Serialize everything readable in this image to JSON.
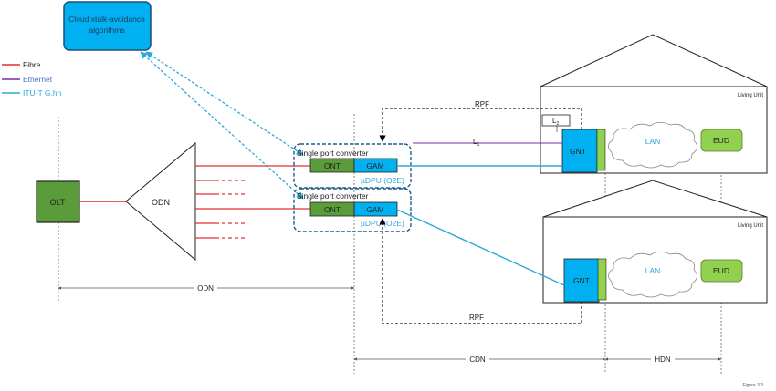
{
  "cloud_box": {
    "line1": "Cloud xtalk-avoidance",
    "line2": "algorithms"
  },
  "legend": [
    {
      "label": "Fibre",
      "color": "#e03030"
    },
    {
      "label": "Ethernet",
      "color": "#7030a0"
    },
    {
      "label": "ITU-T G.hn",
      "color": "#2aa8d8"
    }
  ],
  "olt": "OLT",
  "odn": "ODN",
  "converter_top": {
    "title": "Single port converter",
    "ont": "ONT",
    "gam": "GAM",
    "dpu": "µDPU (O2E)"
  },
  "converter_bottom": {
    "title": "Single port converter",
    "ont": "ONT",
    "gam": "GAM",
    "dpu": "µDPU (O2E)"
  },
  "house_top": {
    "title": "Living Unit",
    "gnt": "GNT",
    "lan": "LAN",
    "eud": "EUD",
    "l2_main": "L",
    "l2_sub": "2",
    "l1_main": "L",
    "l1_sub": "1",
    "rpf": "RPF"
  },
  "house_bottom": {
    "title": "Living Unit",
    "gnt": "GNT",
    "lan": "LAN",
    "eud": "EUD",
    "rpf": "RPF"
  },
  "spans": {
    "odn": "ODN",
    "cdn": "CDN",
    "hdn": "HDN"
  },
  "figure_label": "Figure 3.3",
  "colors": {
    "green": "#5a9c3a",
    "light_green": "#92d050",
    "blue": "#00b0f0",
    "dark_blue": "#1f5f8a",
    "fibre": "#e03030",
    "ethernet": "#7030a0",
    "ghn": "#2aa8d8"
  }
}
